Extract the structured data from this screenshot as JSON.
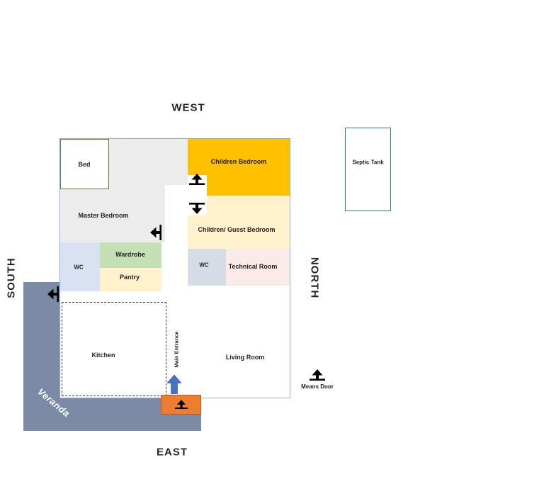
{
  "compass": {
    "west": "WEST",
    "east": "EAST",
    "north": "NORTH",
    "south": "SOUTH"
  },
  "rooms": {
    "bed": "Bed",
    "master_bedroom": "Master Bedroom",
    "children_bedroom": "Children Bedroom",
    "children_guest_bedroom": "Children/ Guest Bedroom",
    "wardrobe": "Wardrobe",
    "wc_left": "WC",
    "pantry": "Pantry",
    "wc_right": "WC",
    "technical_room": "Technical Room",
    "kitchen": "Kitchen",
    "living_room": "Living Room",
    "main_entrance": "Main Entrance",
    "veranda": "Veranda"
  },
  "outside": {
    "septic_tank": "Septic Tank"
  },
  "legend": {
    "door": "Means Door"
  },
  "icons": {
    "door": "black arrow with base line means door",
    "entrance_arrow": "blue up arrow at main entrance"
  },
  "colors": {
    "children_bedroom": "#FFC000",
    "children_guest_bedroom": "#FFF2CC",
    "pantry": "#FFF2CC",
    "wardrobe": "#C5E0B4",
    "wc_left": "#D9E2F3",
    "wc_right": "#D6DCE5",
    "technical_room": "#FAEBE8",
    "master_bedroom_floor": "#ECECEC",
    "veranda": "#7B8BA5",
    "entrance_step": "#ED7D31",
    "entrance_arrow": "#4472C4",
    "plan_border": "#8FAADC",
    "bed_border": "#538135",
    "septic_border": "#2E75B6"
  }
}
